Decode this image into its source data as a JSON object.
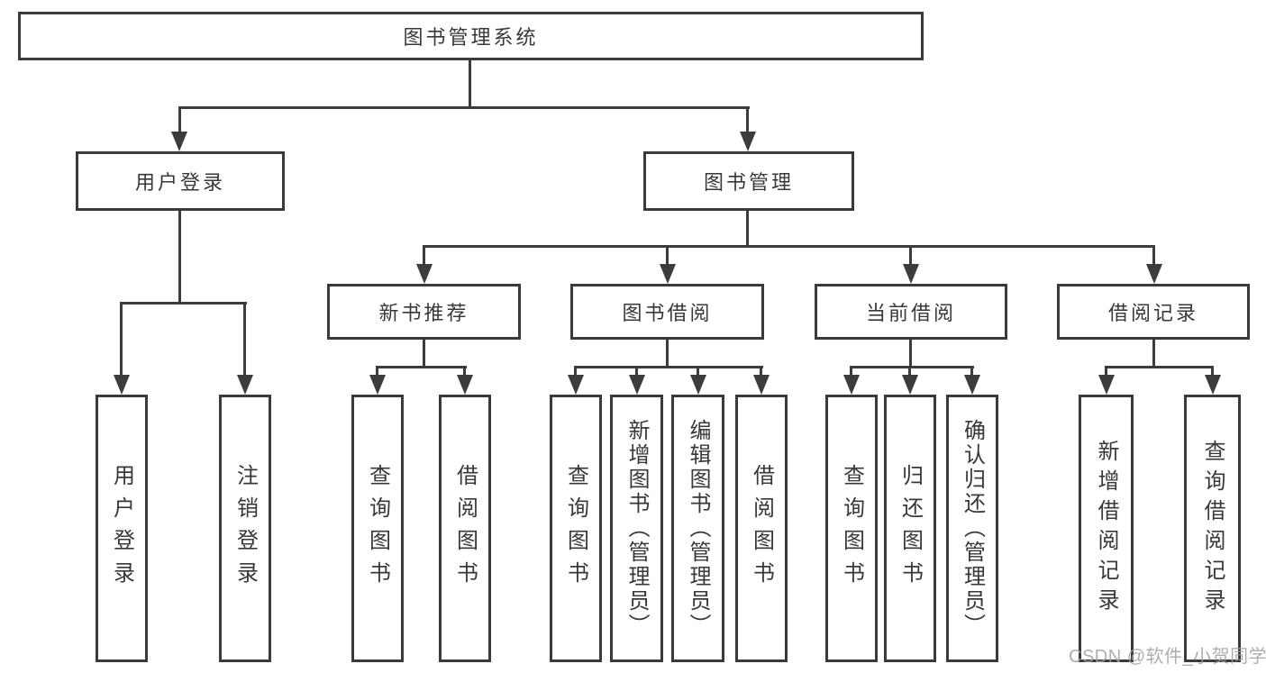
{
  "tree": {
    "label": "图书管理系统",
    "children": [
      {
        "label": "用户登录",
        "children": [
          {
            "label": "用户登录"
          },
          {
            "label": "注销登录"
          }
        ]
      },
      {
        "label": "图书管理",
        "children": [
          {
            "label": "新书推荐",
            "children": [
              {
                "label": "查询图书"
              },
              {
                "label": "借阅图书"
              }
            ]
          },
          {
            "label": "图书借阅",
            "children": [
              {
                "label": "查询图书"
              },
              {
                "label": "新增图书（管理员）"
              },
              {
                "label": "编辑图书（管理员）"
              },
              {
                "label": "借阅图书"
              }
            ]
          },
          {
            "label": "当前借阅",
            "children": [
              {
                "label": "查询图书"
              },
              {
                "label": "归还图书"
              },
              {
                "label": "确认归还（管理员）"
              }
            ]
          },
          {
            "label": "借阅记录",
            "children": [
              {
                "label": "新增借阅记录"
              },
              {
                "label": "查询借阅记录"
              }
            ]
          }
        ]
      }
    ]
  },
  "watermark": "CSDN @软件_小贺同学",
  "colors": {
    "line": "#3c3c3c",
    "box_border": "#3a3a3a",
    "text": "#383838",
    "watermark": "#a0a0a0",
    "background": "#ffffff"
  }
}
